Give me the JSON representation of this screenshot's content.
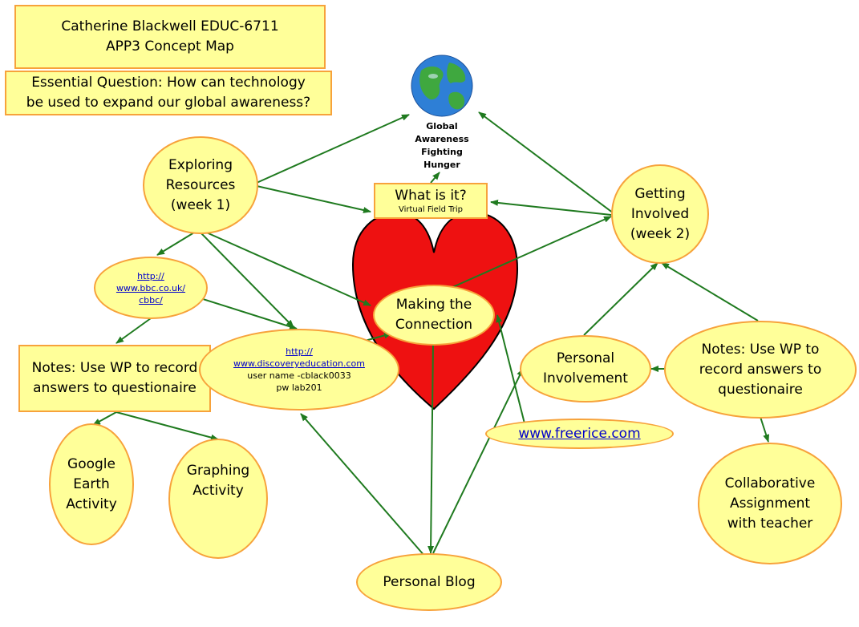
{
  "title": {
    "line1": "Catherine Blackwell EDUC-6711",
    "line2": "APP3 Concept Map"
  },
  "essential_question": {
    "line1": "Essential Question:  How can technology",
    "line2": "be used to expand our global awareness?"
  },
  "globe": {
    "icon": "globe-icon",
    "label_lines": [
      "Global",
      "Awareness",
      "Fighting",
      "Hunger"
    ]
  },
  "what_is_it": {
    "line1": "What is it?",
    "line2": "Virtual Field Trip"
  },
  "exploring": {
    "lines": [
      "Exploring",
      "Resources",
      "(week 1)"
    ]
  },
  "getting_involved": {
    "lines": [
      "Getting",
      "Involved",
      "(week 2)"
    ]
  },
  "bbc_link": {
    "lines": [
      "http://",
      "www.bbc.co.uk/",
      "cbbc/"
    ]
  },
  "notes_left": {
    "line1": "Notes:  Use WP to record",
    "line2": "answers to questionaire"
  },
  "discovery": {
    "link_line1": "http://",
    "link_line2": "www.discoveryeducation.com",
    "user": "user name -cblack0033",
    "pw": "pw lab201"
  },
  "heart": {
    "icon": "heart-icon",
    "line1": "Making the",
    "line2": "Connection"
  },
  "personal_involvement": {
    "line1": "Personal",
    "line2": "Involvement"
  },
  "notes_right": {
    "lines": [
      "Notes:  Use WP to",
      "record answers to",
      "questionaire"
    ]
  },
  "freerice": {
    "label": "www.freerice.com"
  },
  "google_earth": {
    "lines": [
      "Google",
      "Earth",
      "Activity"
    ]
  },
  "graphing": {
    "lines": [
      "Graphing",
      "Activity"
    ]
  },
  "collab": {
    "lines": [
      "Collaborative",
      "Assignment",
      "with teacher"
    ]
  },
  "personal_blog": {
    "label": "Personal Blog"
  },
  "colors": {
    "node_fill": "#ffff99",
    "node_border": "#f7a23b",
    "arrow": "#1f7a1f",
    "heart": "#ee1111",
    "link": "#0000cc"
  }
}
